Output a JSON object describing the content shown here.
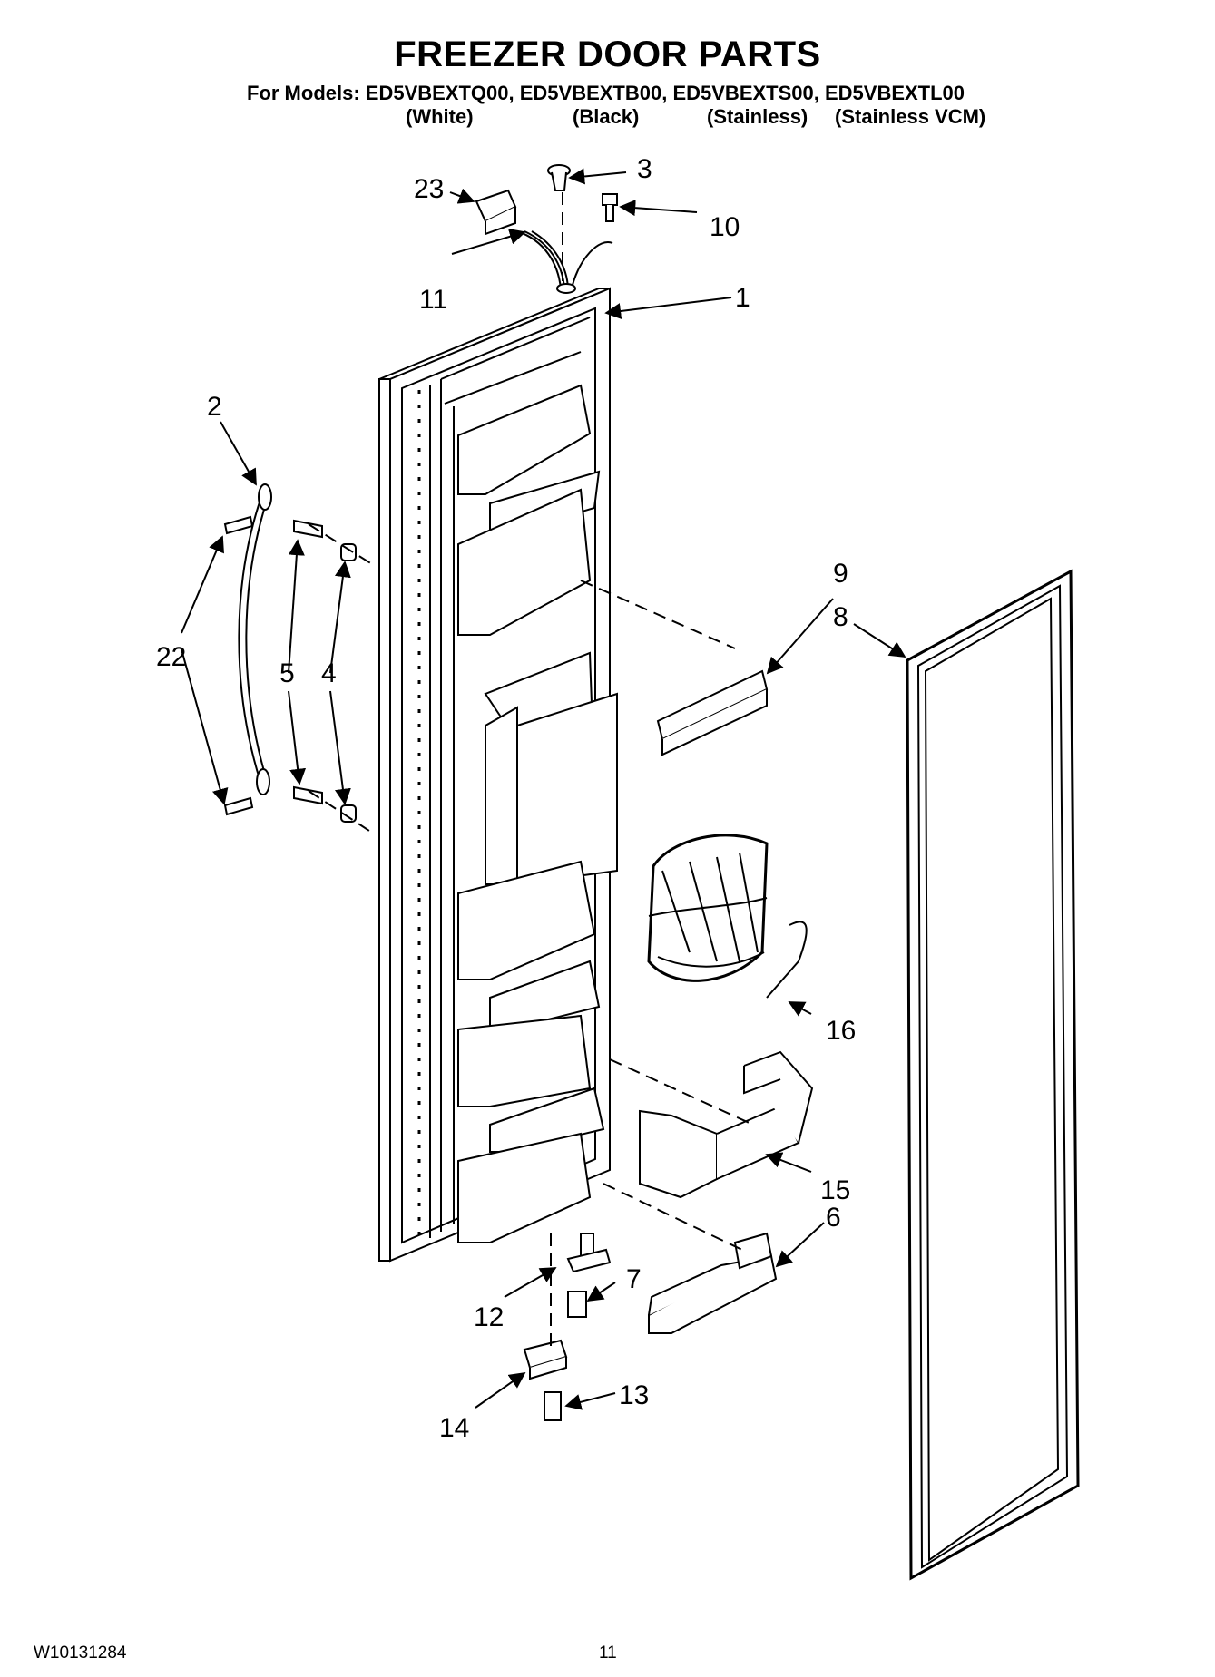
{
  "header": {
    "title": "FREEZER DOOR PARTS",
    "models_line": "For Models: ED5VBEXTQ00, ED5VBEXTB00, ED5VBEXTS00, ED5VBEXTL00",
    "variants": [
      "(White)",
      "(Black)",
      "(Stainless)",
      "(Stainless VCM)"
    ]
  },
  "callouts": {
    "c1": "1",
    "c2": "2",
    "c3": "3",
    "c4": "4",
    "c5": "5",
    "c6": "6",
    "c7": "7",
    "c8": "8",
    "c9": "9",
    "c10": "10",
    "c11": "11",
    "c12": "12",
    "c13": "13",
    "c14": "14",
    "c15": "15",
    "c16": "16",
    "c22": "22",
    "c23": "23"
  },
  "footer": {
    "doc_number": "W10131284",
    "page_number": "11"
  }
}
